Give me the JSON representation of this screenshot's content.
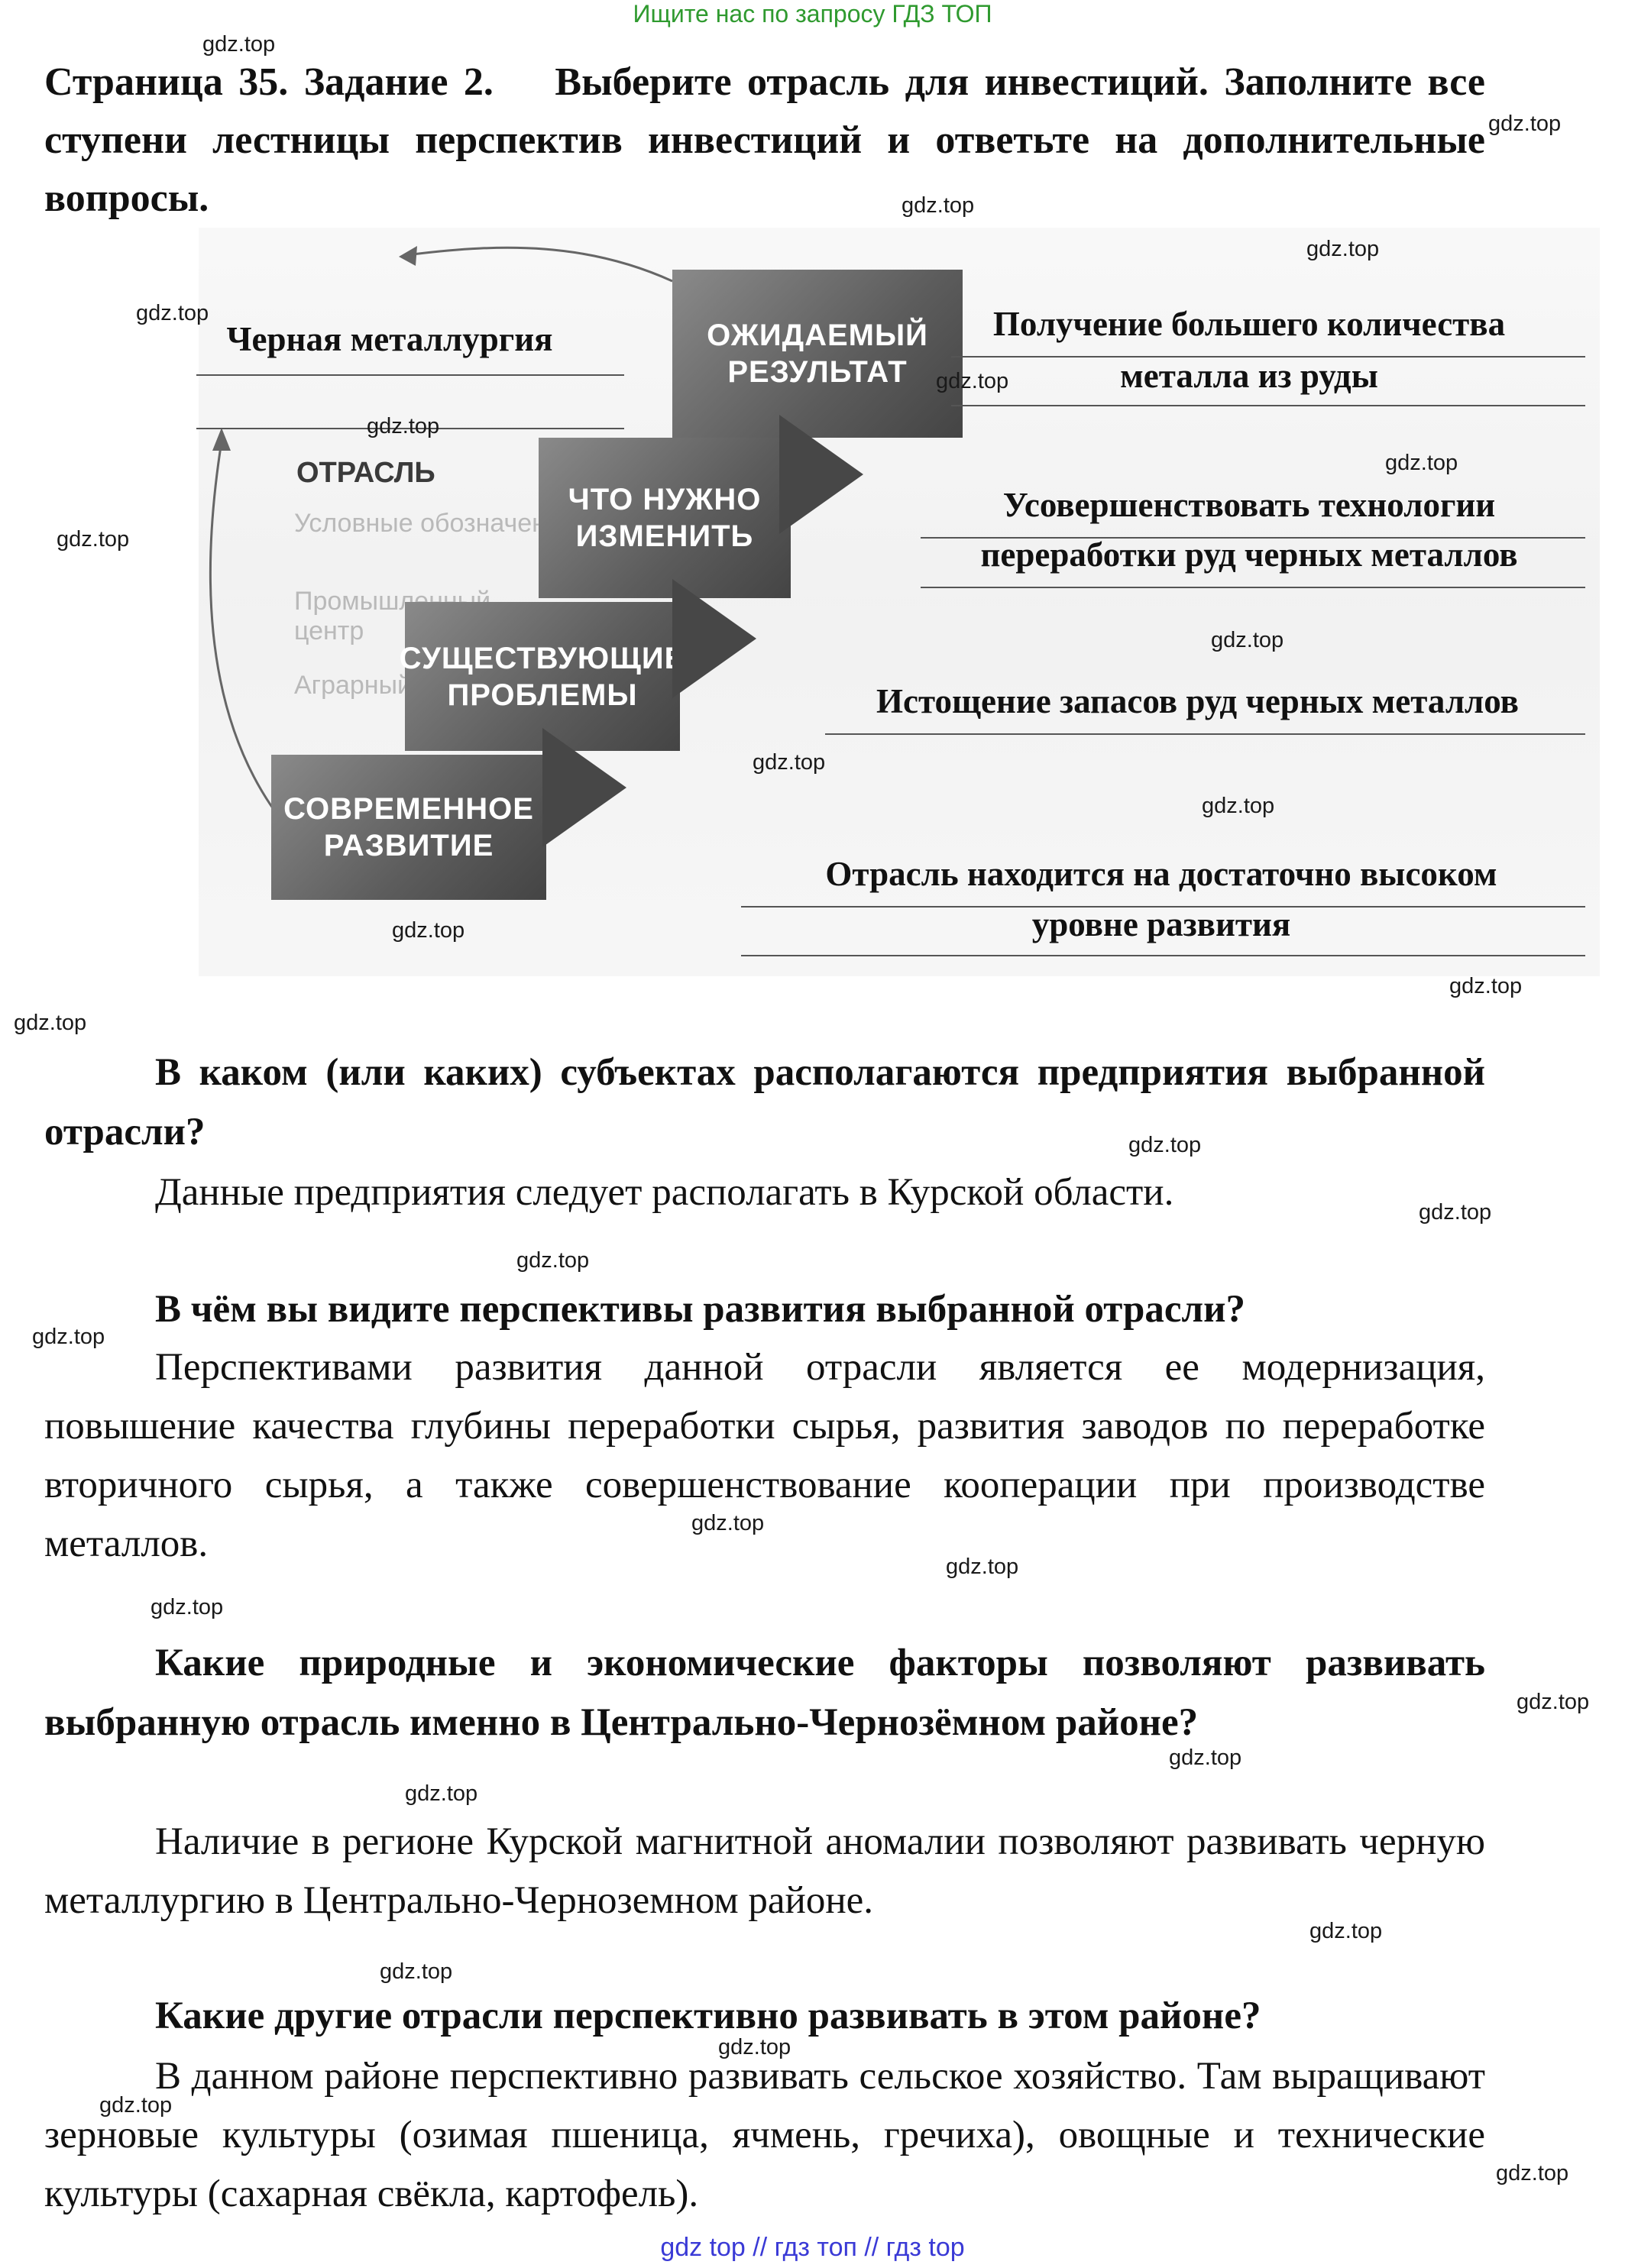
{
  "header": {
    "link": "Ищите нас по запросу ГДЗ ТОП"
  },
  "title": {
    "task": "Страница 35. Задание 2.",
    "instruction": "Выберите отрасль для инвестиций. Заполните все ступени лестницы перспектив инвестиций и ответьте на дополнительные вопросы."
  },
  "diagram": {
    "steps": {
      "expected_1": "ОЖИДАЕМЫЙ",
      "expected_2": "РЕЗУЛЬТАТ",
      "change_1": "ЧТО НУЖНО",
      "change_2": "ИЗМЕНИТЬ",
      "problems_1": "СУЩЕСТВУЮЩИЕ",
      "problems_2": "ПРОБЛЕМЫ",
      "current_1": "СОВРЕМЕННОЕ",
      "current_2": "РАЗВИТИЕ",
      "branch_label": "ОТРАСЛЬ"
    },
    "answers": {
      "branch": "Черная металлургия",
      "expected_line1": "Получение большего количества",
      "expected_line2": "металла из руды",
      "change_line1": "Усовершенствовать технологии",
      "change_line2": "переработки руд черных металлов",
      "problems_line1": "Истощение запасов руд черных металлов",
      "current_line1": "Отрасль находится на достаточно высоком",
      "current_line2": "уровне развития"
    },
    "background_text": {
      "legend": "Условные обозначения:",
      "industrial": "Промышленный центр",
      "agrarian": "Аграрный центр"
    }
  },
  "questions": [
    {
      "question": "В каком (или каких) субъектах располагаются предприятия выбранной отрасли?",
      "answer": "Данные предприятия следует располагать в Курской области."
    },
    {
      "question": "В чём вы видите перспективы развития выбранной отрасли?",
      "answer": "Перспективами развития данной отрасли является ее модернизация, повышение качества глубины переработки сырья, развития заводов по переработке вторичного сырья, а также совершенствование кооперации при производстве металлов."
    },
    {
      "question": "Какие природные и экономические факторы позволяют развивать выбранную отрасль именно в Центрально-Чернозёмном районе?",
      "answer": "Наличие в регионе Курской магнитной аномалии позволяют развивать черную металлургию в Центрально-Черноземном районе."
    },
    {
      "question": "Какие другие отрасли перспективно развивать в этом районе?",
      "answer": "В данном районе перспективно развивать сельское хозяйство. Там выращивают зерновые культуры (озимая пшеница, ячмень, гречиха), овощные и технические культуры (сахарная свёкла, картофель)."
    }
  ],
  "watermark": "gdz.top",
  "footer": {
    "link": "gdz top  //  гдз топ  //  гдз top"
  }
}
